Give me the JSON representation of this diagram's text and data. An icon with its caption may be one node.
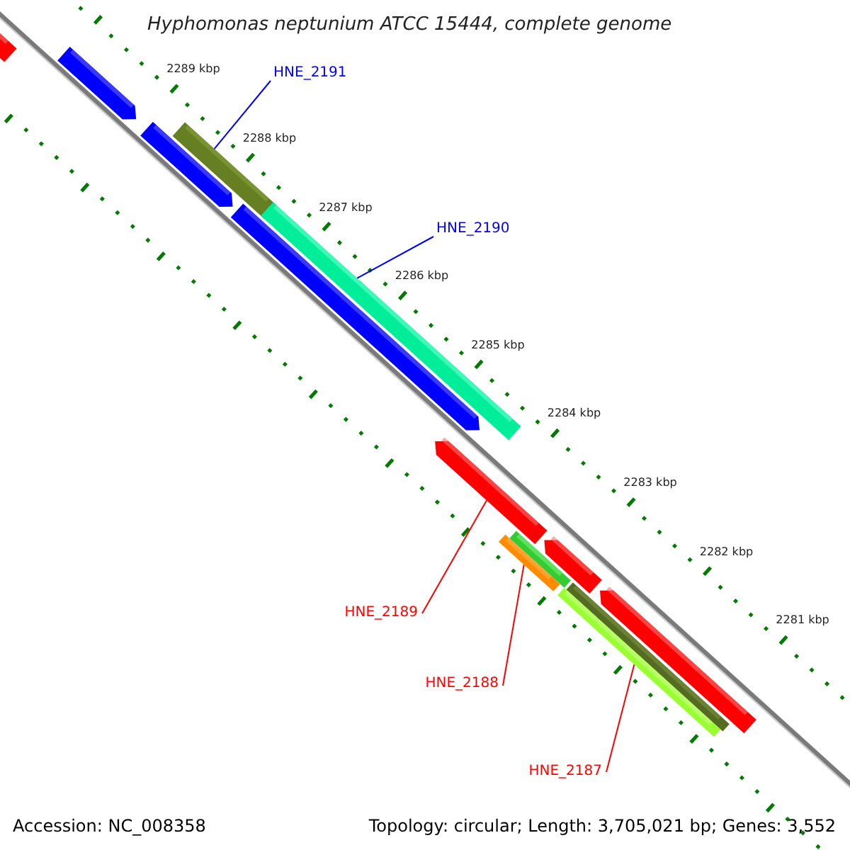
{
  "diagram": {
    "title": "Hyphomonas neptunium ATCC 15444, complete genome",
    "nodes": [
      {
        "text": [
          "HNE_2191"
        ]
      },
      {
        "text": [
          "HNE_2190"
        ]
      },
      {
        "text": [
          "HNE_2189"
        ]
      },
      {
        "text": [
          "HNE_2188"
        ]
      },
      {
        "text": [
          "HNE_2187"
        ]
      },
      {
        "text": [],
        "shape": "bar"
      },
      {
        "text": [],
        "shape": "bar"
      },
      {
        "text": [],
        "shape": "bar"
      },
      {
        "text": [],
        "shape": "bar"
      },
      {
        "text": [],
        "shape": "bar"
      }
    ],
    "edges": [
      {
        "from": 0,
        "to": 5,
        "arrow": "none",
        "color": "#0000ff"
      },
      {
        "from": 1,
        "to": 6,
        "arrow": "none",
        "color": "#0000ff"
      },
      {
        "from": 2,
        "to": 7,
        "arrow": "none"
      },
      {
        "from": 3,
        "to": 8,
        "arrow": "none"
      },
      {
        "from": 4,
        "to": 9,
        "arrow": "none"
      }
    ],
    "labels": [
      "2289 kbp",
      "2288 kbp",
      "2287 kbp",
      "2286 kbp",
      "2285 kbp",
      "2284 kbp",
      "2283 kbp",
      "2282 kbp",
      "2281 kbp",
      "Accession: NC_008358",
      "Topology: circular; Length: 3,705,021 bp; Genes: 3,552"
    ]
  }
}
